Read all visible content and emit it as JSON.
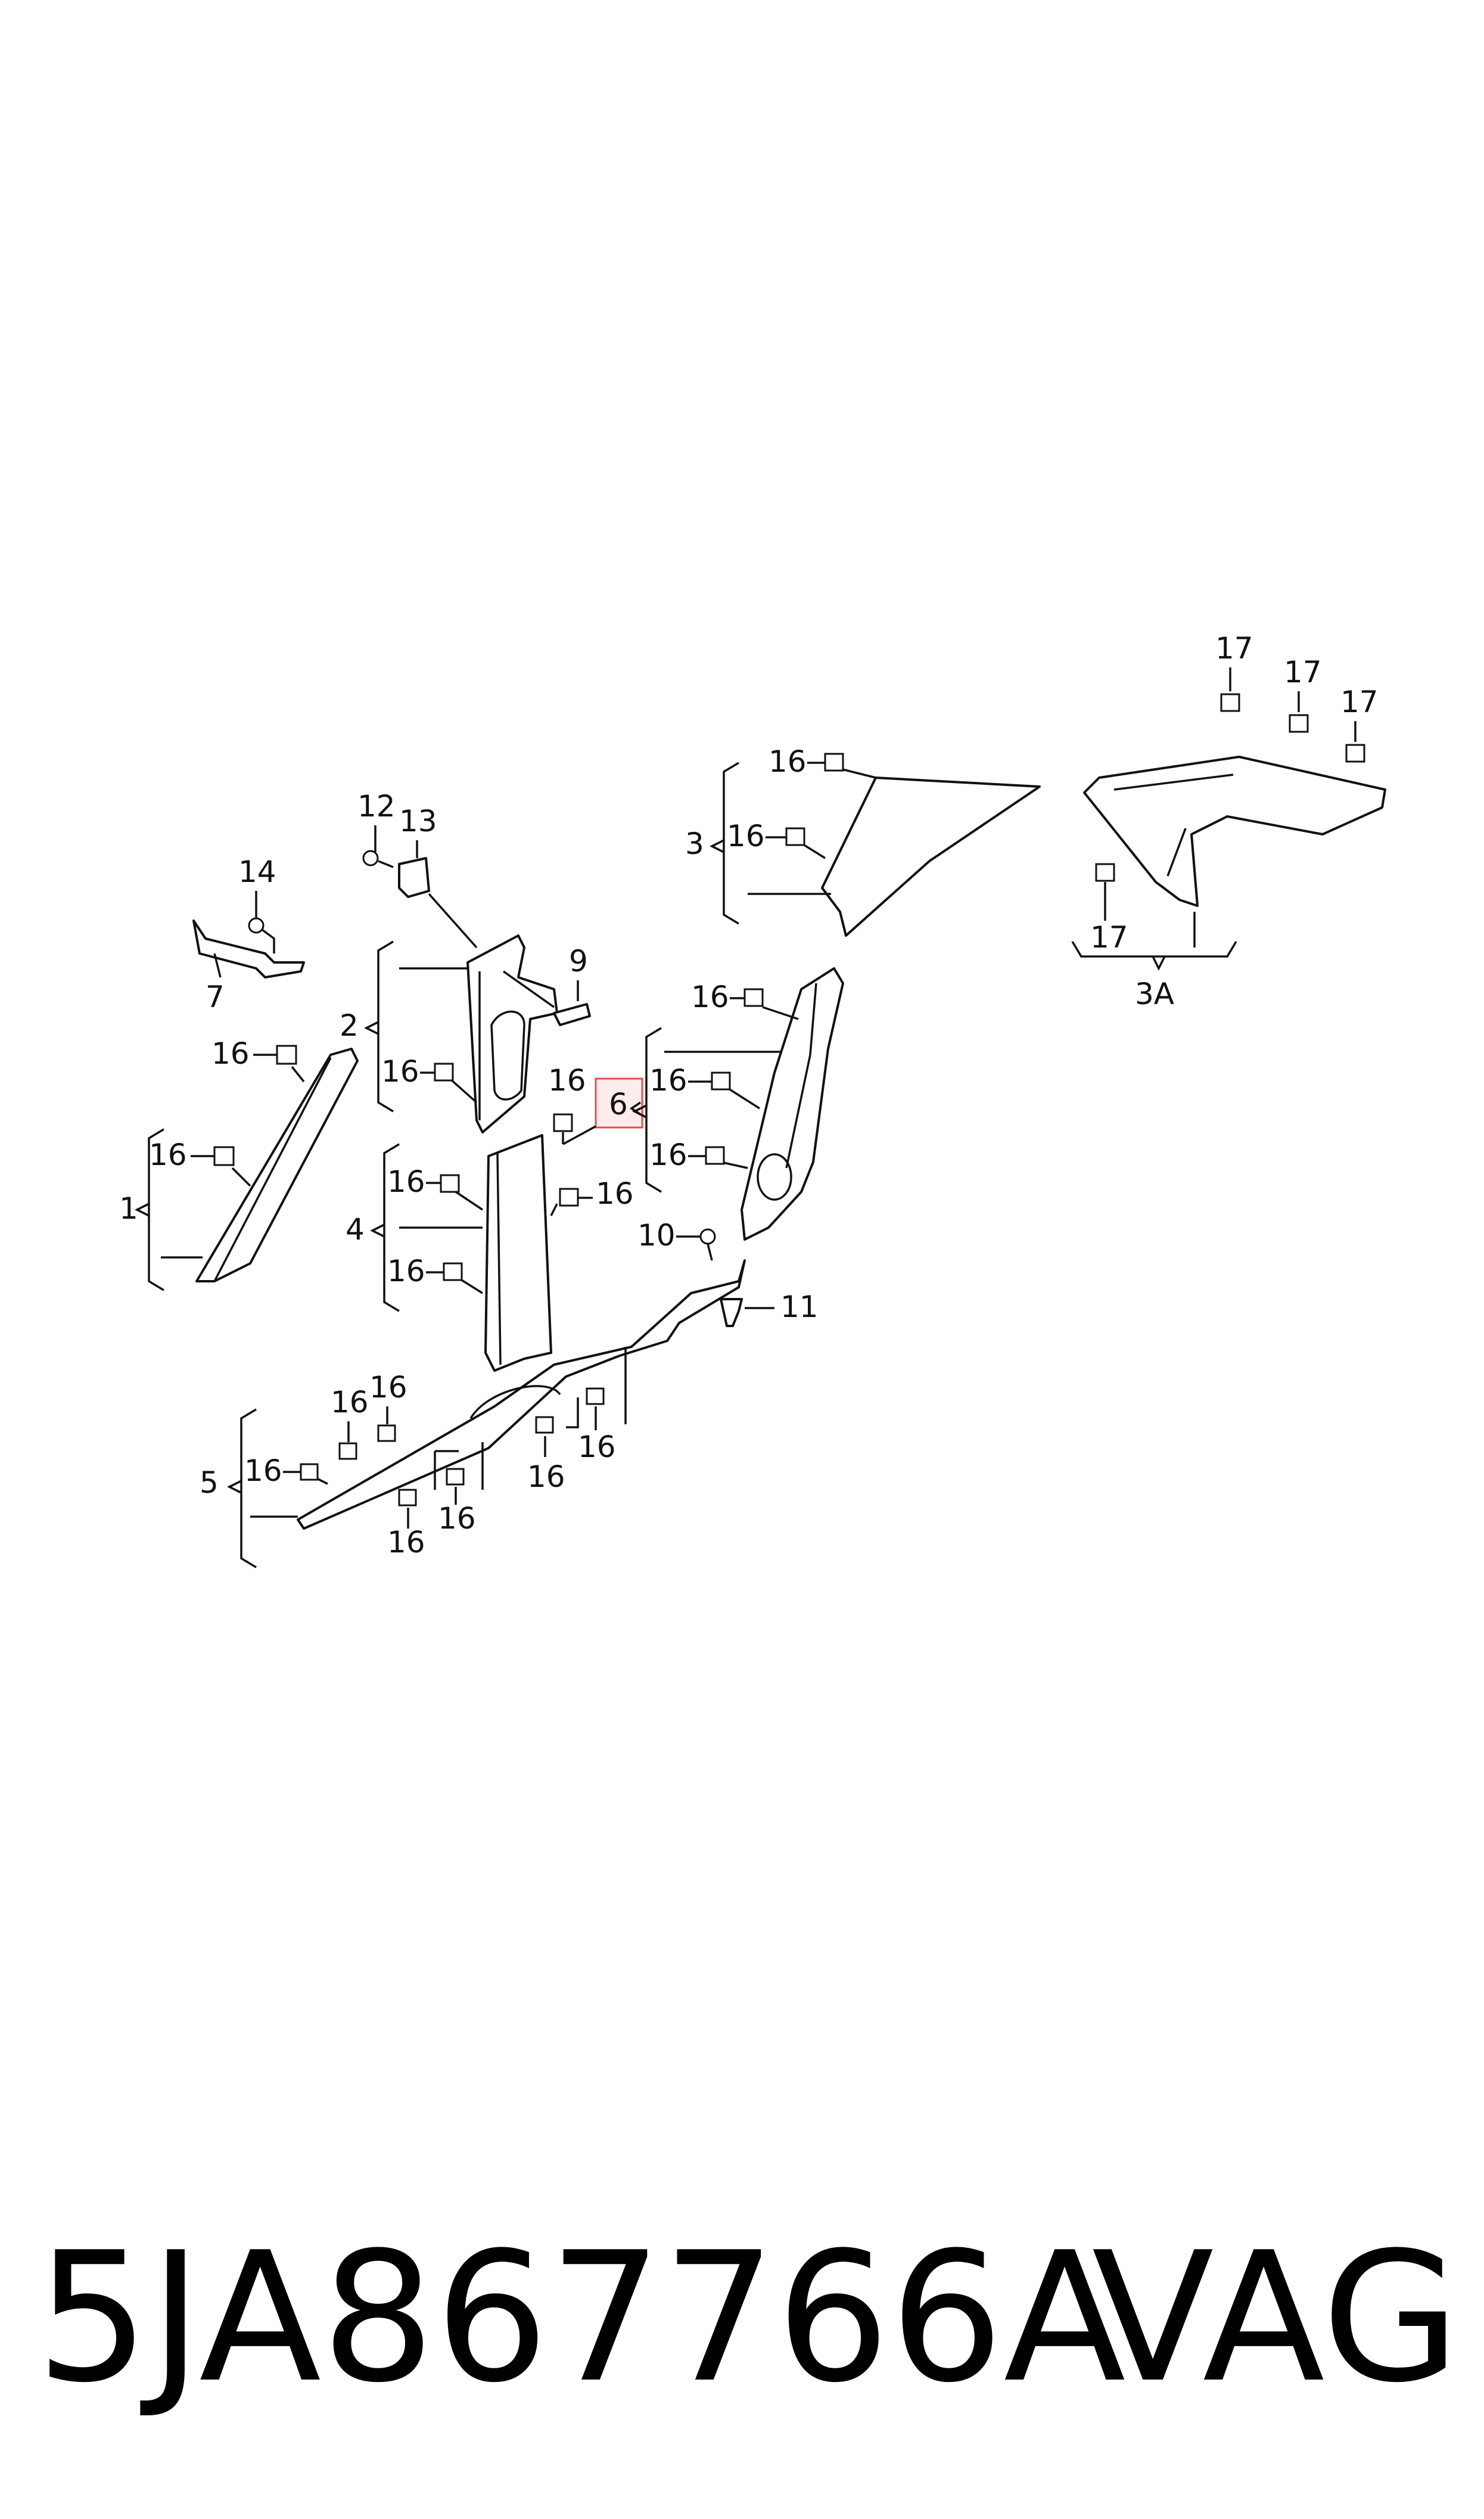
{
  "diagram": {
    "labels": {
      "p1": "1",
      "p2": "2",
      "p3": "3",
      "p3a": "3A",
      "p4": "4",
      "p5": "5",
      "p6": "6",
      "p7": "7",
      "p9": "9",
      "p10": "10",
      "p11": "11",
      "p12": "12",
      "p13": "13",
      "p14": "14",
      "c16": "16",
      "c17": "17"
    },
    "highlight_color": "#e05050"
  },
  "footer": {
    "part_number": "5JA867766A",
    "brand": "VAG"
  }
}
